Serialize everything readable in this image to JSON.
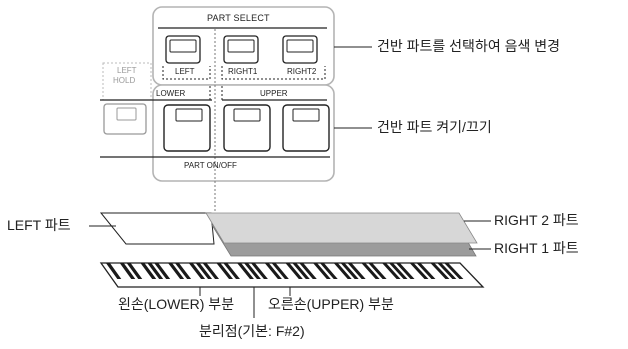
{
  "panel": {
    "part_select_label": "PART SELECT",
    "button_labels": [
      "LEFT",
      "RIGHT1",
      "RIGHT2"
    ],
    "left_hold_label_line1": "LEFT",
    "left_hold_label_line2": "HOLD",
    "lower_label": "LOWER",
    "upper_label": "UPPER",
    "part_on_off_label": "PART ON/OFF"
  },
  "annotations": {
    "select_part": "건반 파트를 선택하여 음색 변경",
    "part_on_off": "건반 파트 켜기/끄기",
    "left_part": "LEFT 파트",
    "right2_part": "RIGHT 2 파트",
    "right1_part": "RIGHT 1 파트",
    "lower_section": "왼손(LOWER) 부분",
    "upper_section": "오른손(UPPER) 부분",
    "split_point": "분리점(기본: F#2)"
  },
  "colors": {
    "panel_border": "#b4b4b4",
    "layer_grey": "#9c9c9c",
    "key_black": "#1a1a1a"
  }
}
